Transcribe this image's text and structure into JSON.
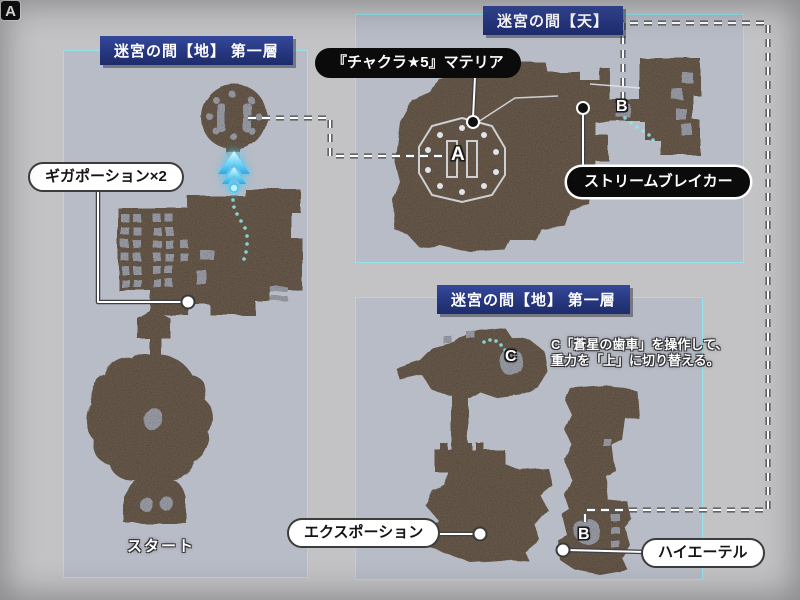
{
  "colors": {
    "outer_background": "#c3c3c5",
    "panel_background": "#b8bcc6",
    "panel_border": "#93e4ec",
    "header_blue": "#27377f",
    "map_brown": "#7b6b59",
    "path_cyan": "#8fe8ef",
    "pill_black": "#0b0b0b",
    "pill_white": "#ffffff"
  },
  "panels": {
    "left": {
      "header": "迷宮の間【地】 第一層"
    },
    "sky": {
      "header": "迷宮の間【天】"
    },
    "ground2": {
      "header": "迷宮の間【地】 第一層"
    }
  },
  "labels": {
    "giga_potion": "ギガポーション×2",
    "chakra_materia": "『チャクラ★5』マテリア",
    "stream_breaker": "ストリームブレイカー",
    "ex_potion": "エクスポーション",
    "hi_ether": "ハイエーテル"
  },
  "markers": {
    "a_left": "A",
    "a_sky": "A",
    "b_sky": "B",
    "b_ground": "B",
    "c_ground": "C"
  },
  "texts": {
    "start": "スタート",
    "gear_note_line1": "C「蒼星の歯車」を操作して、",
    "gear_note_line2": "重力を「上」に切り替える。"
  }
}
